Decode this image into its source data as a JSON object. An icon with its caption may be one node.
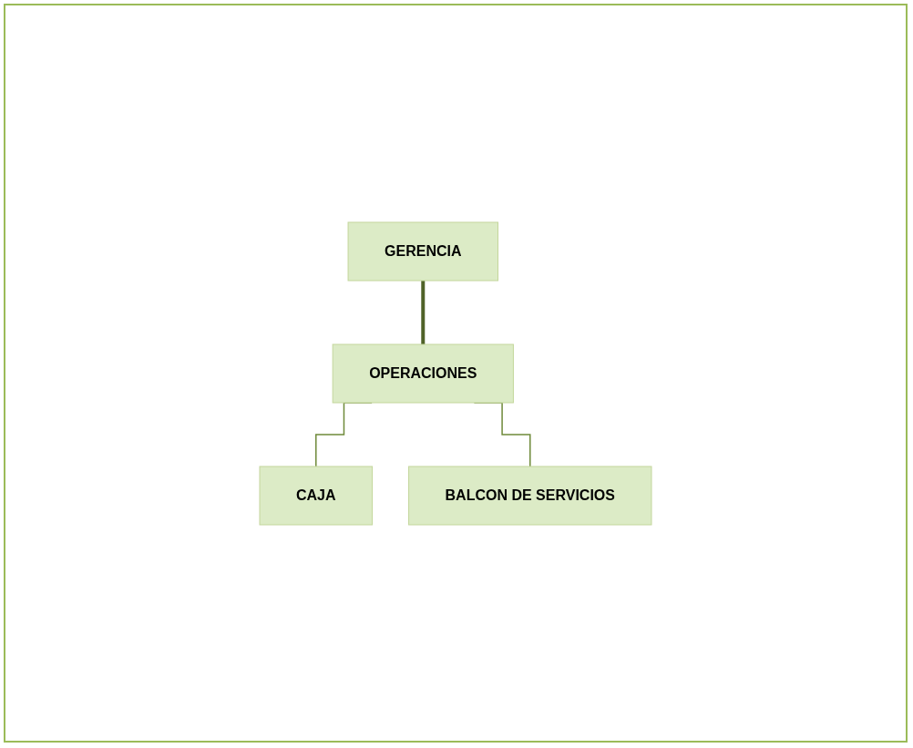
{
  "diagram": {
    "nodes": [
      {
        "text": [
          "GERENCIA"
        ]
      },
      {
        "text": [
          "OPERACIONES"
        ]
      },
      {
        "text": [
          "CAJA"
        ]
      },
      {
        "text": [
          "BALCON DE SERVICIOS"
        ]
      }
    ],
    "edges": [
      {
        "from": 0,
        "to": 1,
        "arrow": "none",
        "style": "thick",
        "color": "#4f6228"
      },
      {
        "from": 1,
        "to": 2,
        "arrow": "none"
      },
      {
        "from": 1,
        "to": 3,
        "arrow": "none"
      }
    ]
  }
}
